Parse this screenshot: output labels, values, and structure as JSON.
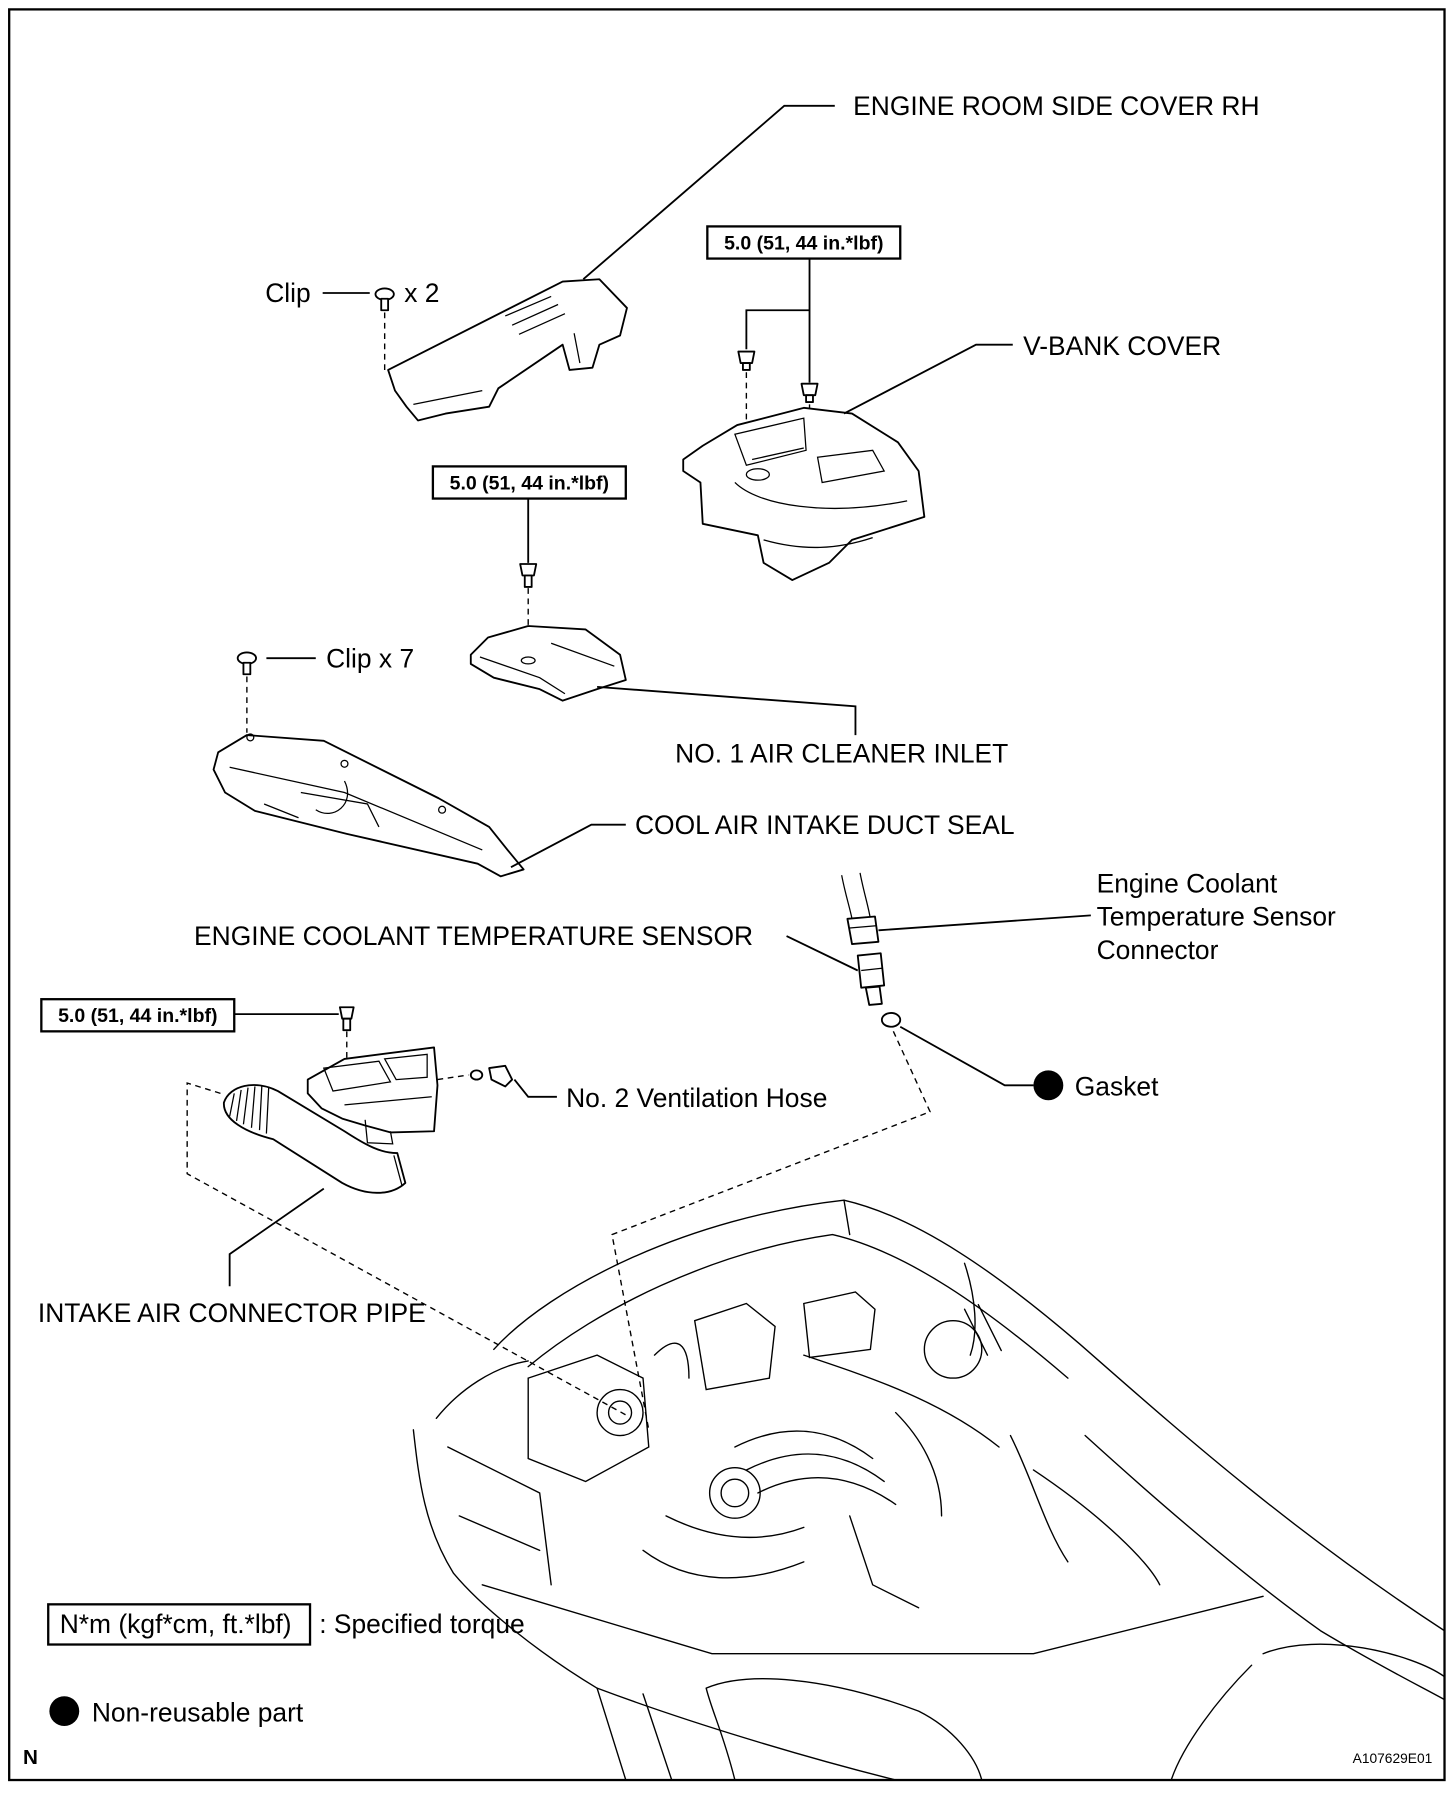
{
  "labels": {
    "engine_room_side_cover": "ENGINE ROOM SIDE COVER RH",
    "v_bank_cover": "V-BANK COVER",
    "clip": "Clip",
    "clip_count": "x 2",
    "clip_x7": "Clip x 7",
    "air_cleaner_inlet": "NO. 1 AIR CLEANER INLET",
    "duct_seal": "COOL AIR INTAKE DUCT SEAL",
    "ect_connector": [
      "Engine Coolant",
      "Temperature Sensor",
      "Connector"
    ],
    "ect_sensor": "ENGINE COOLANT TEMPERATURE SENSOR",
    "gasket": "Gasket",
    "ventilation_hose": "No. 2 Ventilation Hose",
    "intake_pipe": "INTAKE AIR CONNECTOR PIPE"
  },
  "torque": {
    "v_bank_cover": "5.0 (51, 44 in.*lbf)",
    "air_cleaner_inlet": "5.0 (51, 44 in.*lbf)",
    "intake_pipe": "5.0 (51, 44 in.*lbf)"
  },
  "legend": {
    "torque_box": "N*m (kgf*cm, ft.*lbf)",
    "torque_text": ": Specified torque",
    "non_reusable": "Non-reusable part"
  },
  "footer": {
    "corner": "N",
    "code": "A107629E01"
  }
}
